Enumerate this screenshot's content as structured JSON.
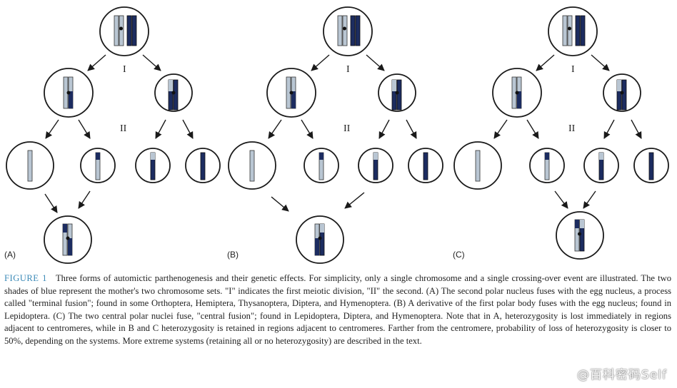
{
  "colors": {
    "light_chromosome": "#b9c6d3",
    "dark_chromosome": "#1c2c60",
    "outline": "#1a1a1a",
    "caption_accent": "#3d8bb8"
  },
  "panels": [
    {
      "label": "(A)",
      "division_labels": [
        "I",
        "II"
      ]
    },
    {
      "label": "(B)",
      "division_labels": [
        "I",
        "II"
      ]
    },
    {
      "label": "(C)",
      "division_labels": [
        "I",
        "II"
      ]
    }
  ],
  "caption": {
    "figure_label": "FIGURE 1",
    "text": "Three forms of automictic parthenogenesis and their genetic effects. For simplicity, only a single chromosome and a single crossing-over event are illustrated. The two shades of blue represent the mother's two chromosome sets. \"I\" indicates the first meiotic division, \"II\" the second. (A) The second polar nucleus fuses with the egg nucleus, a process called \"terminal fusion\"; found in some Orthoptera, Hemiptera, Thysanoptera, Diptera, and Hymenoptera. (B) A derivative of the first polar body fuses with the egg nucleus; found in Lepidoptera. (C) The two central polar nuclei fuse, \"central fusion\"; found in Lepidoptera, Diptera, and Hymenoptera. Note that in A, heterozygosity is lost immediately in regions adjacent to centromeres, while in B and C heterozygosity is retained in regions adjacent to centromeres. Farther from the centromere, probability of loss of heterozygosity is closer to 50%, depending on the systems. More extreme systems (retaining all or no heterozygosity) are described in the text."
  },
  "watermark": "@百科密码Self"
}
